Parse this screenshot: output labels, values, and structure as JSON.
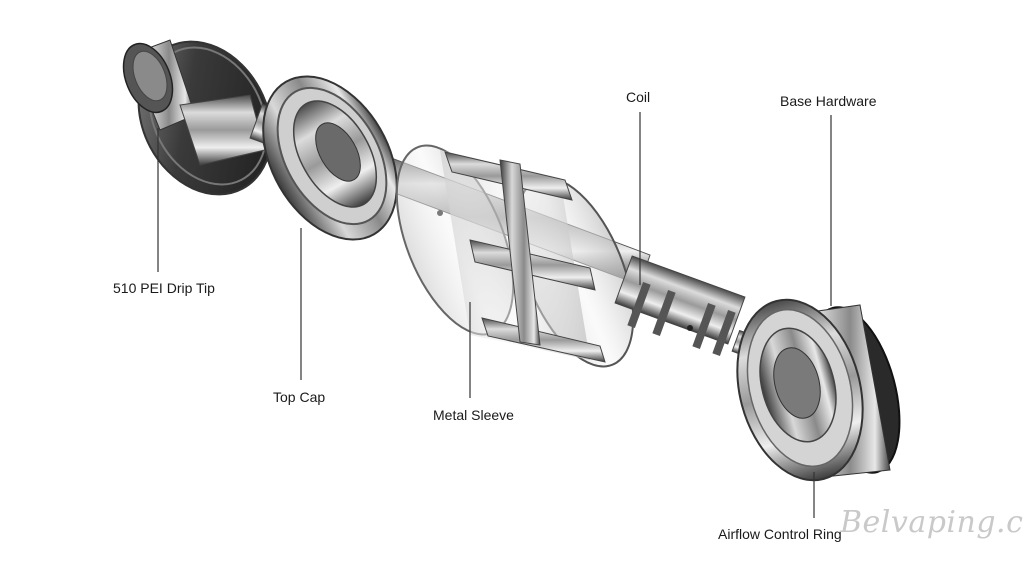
{
  "labels": {
    "drip_tip": "510 PEI Drip Tip",
    "top_cap": "Top Cap",
    "metal_sleeve": "Metal Sleeve",
    "coil": "Coil",
    "base_hardware": "Base Hardware",
    "airflow_ring": "Airflow Control Ring"
  },
  "watermark": "Belvaping.com",
  "colors": {
    "background": "#ffffff",
    "label_text": "#1a1a1a",
    "leader_line": "#333333",
    "metal_dark": "#3a3a3a",
    "metal_mid": "#8c8c8c",
    "metal_light": "#e6e6e6",
    "watermark": "#c9c9c9"
  }
}
